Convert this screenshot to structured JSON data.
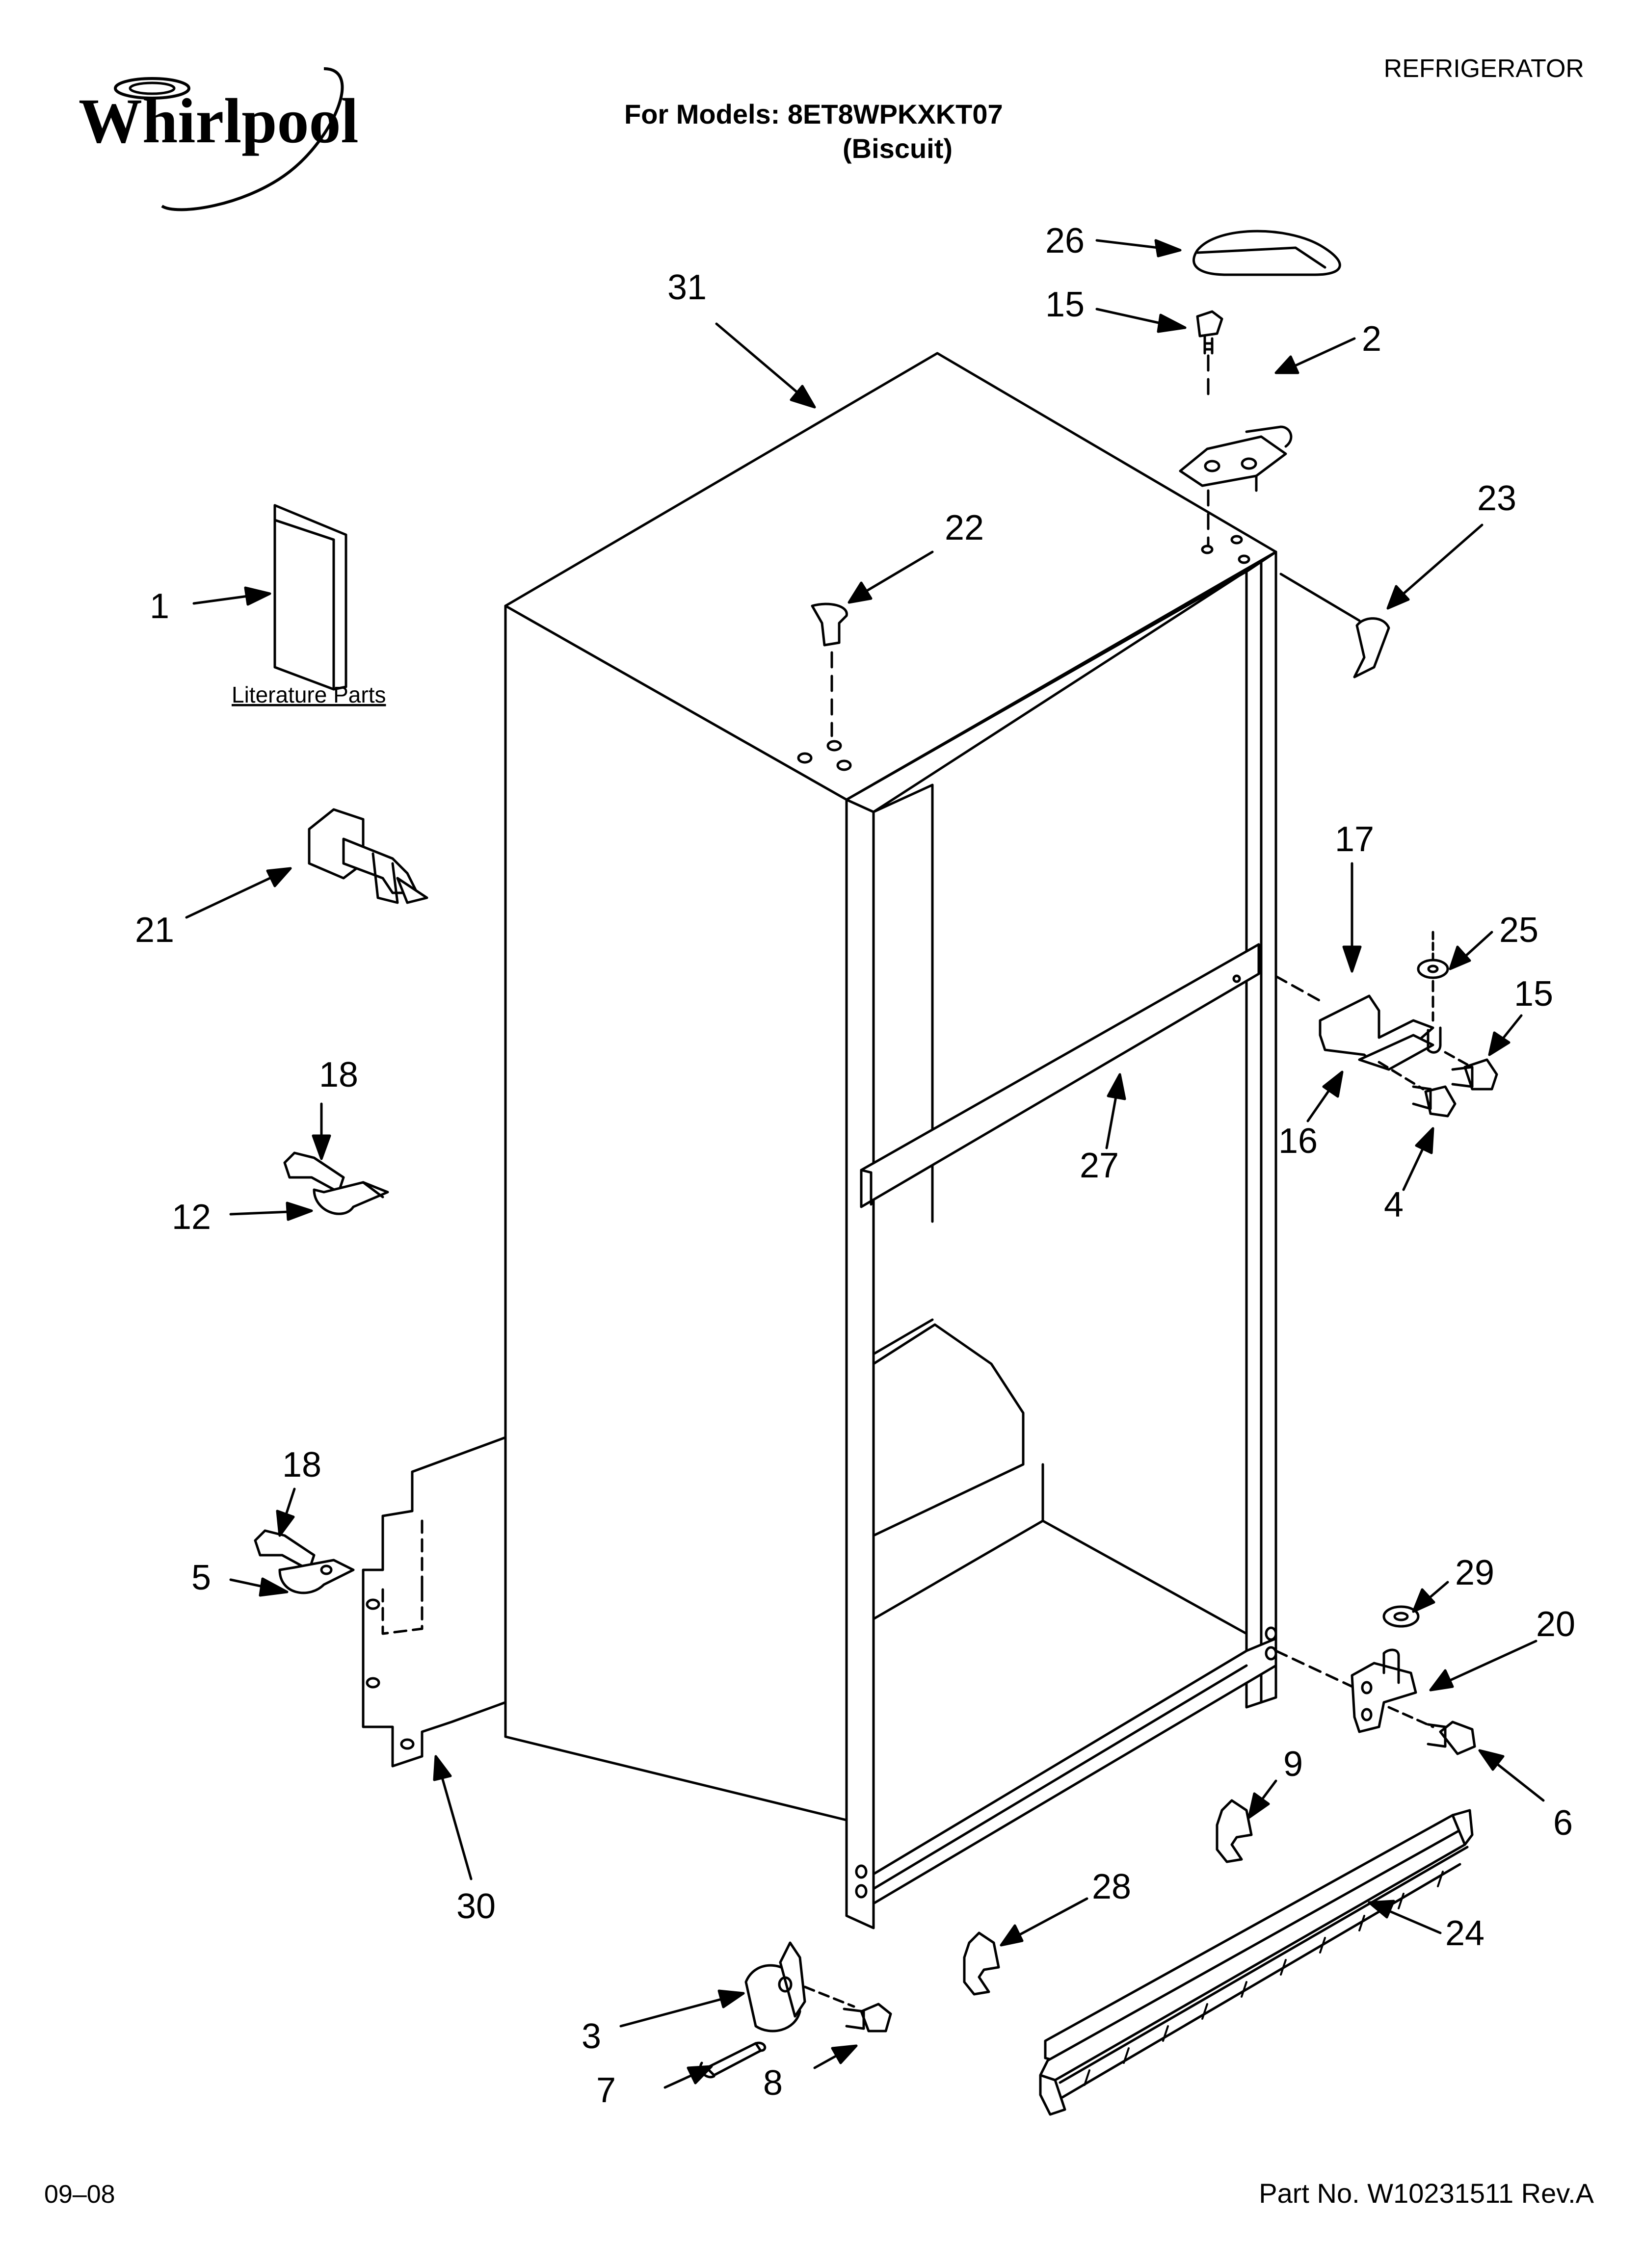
{
  "header": {
    "brand": "Whirlpool",
    "models_line": "For Models: 8ET8WPKXKT07",
    "color_line": "(Biscuit)",
    "category": "REFRIGERATOR"
  },
  "footer": {
    "date": "09–08",
    "part_number": "Part No. W10231511 Rev.A"
  },
  "literature_label": "Literature Parts",
  "callouts": {
    "c1": "1",
    "c2": "2",
    "c3": "3",
    "c4": "4",
    "c5": "5",
    "c6": "6",
    "c7": "7",
    "c8": "8",
    "c9": "9",
    "c12": "12",
    "c15a": "15",
    "c15b": "15",
    "c16": "16",
    "c17": "17",
    "c18a": "18",
    "c18b": "18",
    "c20": "20",
    "c21": "21",
    "c22": "22",
    "c23": "23",
    "c24": "24",
    "c25": "25",
    "c26": "26",
    "c27": "27",
    "c28": "28",
    "c29": "29",
    "c30": "30",
    "c31": "31"
  }
}
